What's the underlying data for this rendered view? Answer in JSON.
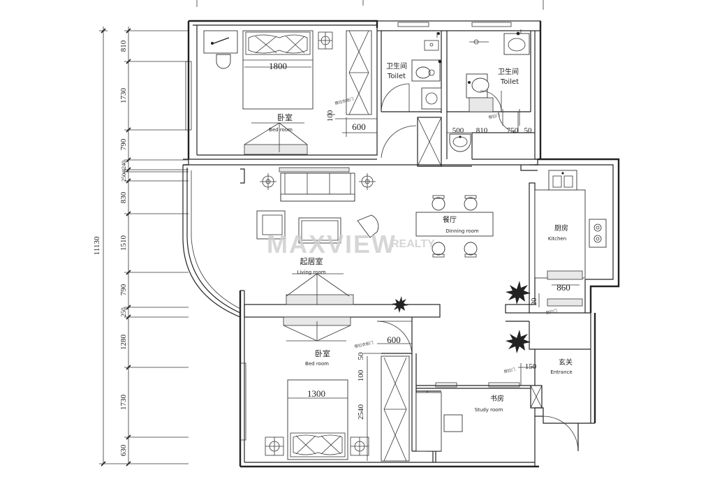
{
  "rooms": {
    "bedroom_top": {
      "cn": "卧室",
      "en": "Bed room"
    },
    "toilet_left": {
      "cn": "卫生间",
      "en": "Toilet"
    },
    "toilet_right": {
      "cn": "卫生间",
      "en": "Toilet"
    },
    "living": {
      "cn": "起居室",
      "en": "Living room"
    },
    "dining": {
      "cn": "餐厅",
      "en": "Dinning room"
    },
    "kitchen": {
      "cn": "厨房",
      "en": "Kitchen"
    },
    "bedroom_bottom": {
      "cn": "卧室",
      "en": "Bed room"
    },
    "entrance": {
      "cn": "玄关",
      "en": "Entrance"
    },
    "study": {
      "cn": "书房",
      "en": "Study room"
    }
  },
  "dimensions": {
    "left_total": "11130",
    "left_segments": [
      "810",
      "1730",
      "790",
      "240",
      "40",
      "250",
      "830",
      "1510",
      "790",
      "250",
      "1280",
      "1730",
      "630"
    ],
    "bed_top_width": "1800",
    "bed_bottom_width": "1300",
    "wardrobe_top_depth": "600",
    "wardrobe_bottom_depth": "600",
    "wardrobe_top_gap": "100",
    "top_right_segments": [
      "500",
      "810",
      "750",
      "50"
    ],
    "kitchen_counter": "860",
    "kitchen_gap": "20",
    "entrance_gap": "150",
    "bottom_left_a": "50",
    "bottom_left_b": "100",
    "bottom_left_c": "2540"
  },
  "watermark": {
    "main": "MAXVIEW",
    "sub": "REALTY"
  }
}
